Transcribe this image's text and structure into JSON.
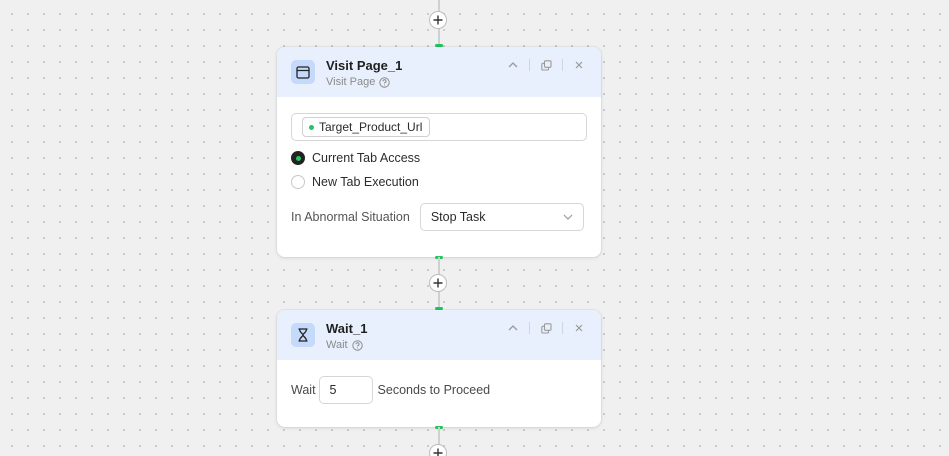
{
  "colors": {
    "accent_green": "#22c55e",
    "header_bg": "#e8f0fd",
    "icon_bg": "#c5d9fb"
  },
  "nodes": [
    {
      "title": "Visit Page_1",
      "subtitle": "Visit Page",
      "icon": "browser-window-icon",
      "url_variable": "Target_Product_Url",
      "options": [
        {
          "label": "Current Tab Access",
          "selected": true
        },
        {
          "label": "New Tab Execution",
          "selected": false
        }
      ],
      "abnormal_label": "In Abnormal Situation",
      "abnormal_value": "Stop Task"
    },
    {
      "title": "Wait_1",
      "subtitle": "Wait",
      "icon": "hourglass-icon",
      "wait_label": "Wait",
      "wait_value": "5",
      "wait_suffix": "Seconds to Proceed"
    }
  ]
}
